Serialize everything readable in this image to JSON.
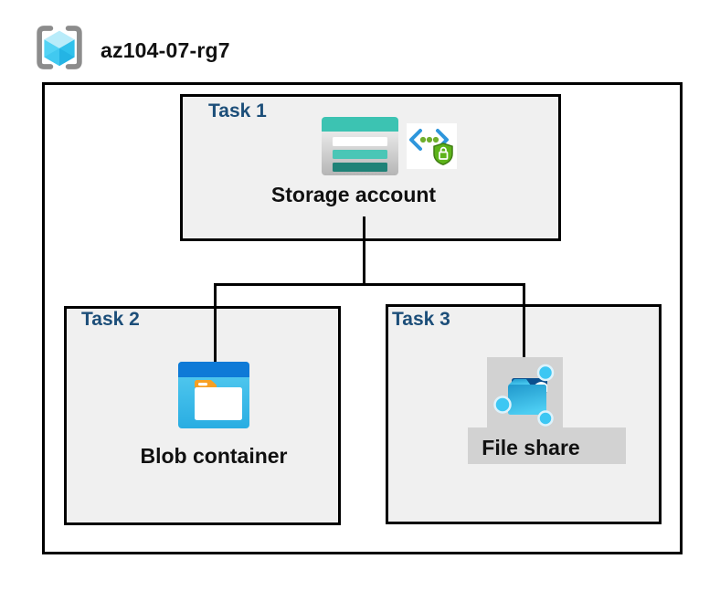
{
  "header": {
    "resource_group_name": "az104-07-rg7",
    "icon": "resource-group-icon"
  },
  "diagram": {
    "tasks": [
      {
        "label": "Task 1",
        "item": "Storage account",
        "icons": [
          "storage-account-icon",
          "secure-access-icon"
        ]
      },
      {
        "label": "Task 2",
        "item": "Blob container",
        "icons": [
          "blob-container-icon"
        ]
      },
      {
        "label": "Task 3",
        "item": "File share",
        "icons": [
          "file-share-icon"
        ]
      }
    ],
    "connections": [
      {
        "from": "Storage account",
        "to": "Blob container"
      },
      {
        "from": "Storage account",
        "to": "File share"
      }
    ]
  },
  "colors": {
    "task_label": "#1c4e79",
    "box_fill": "#f0f0f0",
    "box_border": "#000000",
    "connector": "#000000",
    "storage_teal": "#3cc3b2",
    "storage_teal_mid": "#4ac6b6",
    "storage_teal_dark": "#1f8277",
    "blob_top_blue": "#0e7ad7",
    "blob_cyan": "#35bdea",
    "folder_orange": "#f7a024",
    "shield_green": "#5db31a",
    "code_bracket_blue": "#2e96dc",
    "code_dot_green": "#6fae2c",
    "file_share_panel": "#d2d2d2",
    "file_share_node_cyan": "#3dc7f3",
    "file_share_dark_blue": "#0b4f8e",
    "rg_bracket_gray": "#8c8c8c",
    "rg_cube_cyan": "#50d5f7"
  }
}
